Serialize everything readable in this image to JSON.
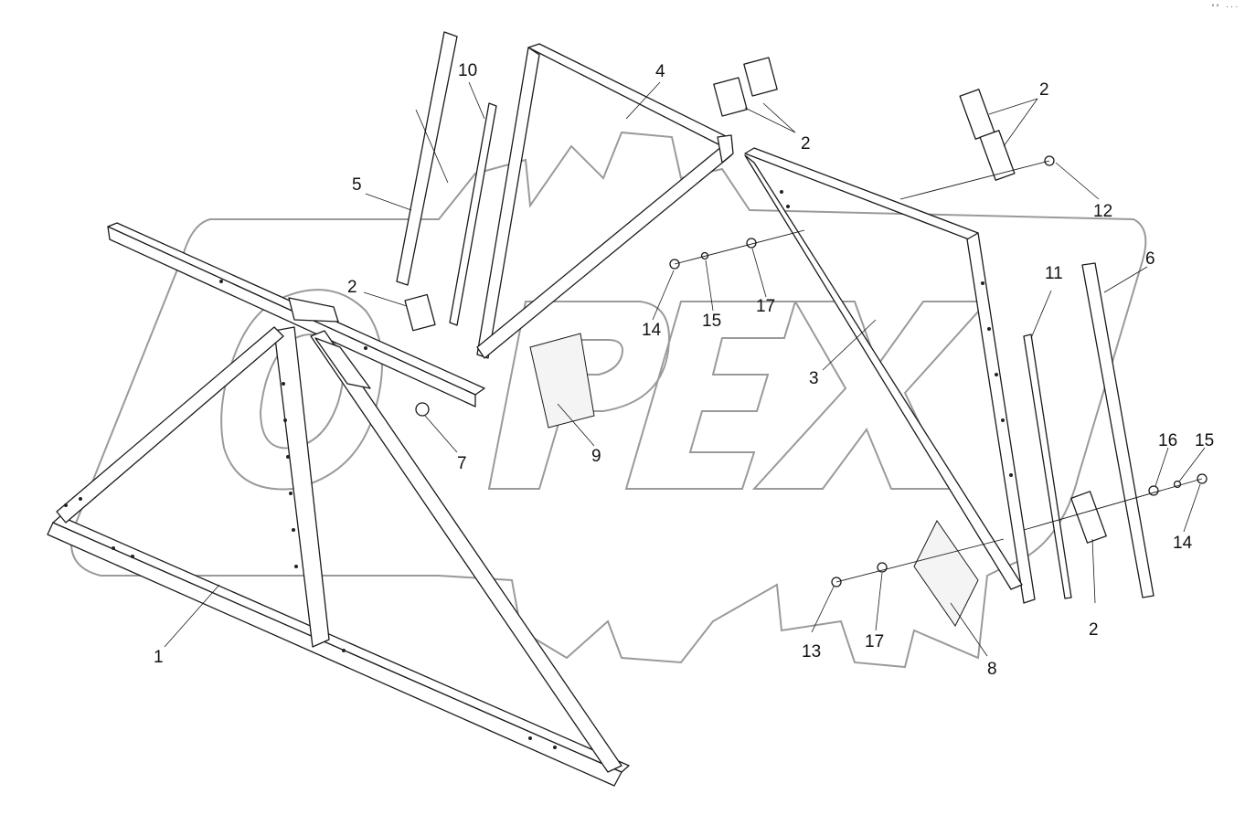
{
  "callouts": [
    "1",
    "2",
    "2",
    "2",
    "2",
    "3",
    "4",
    "5",
    "6",
    "7",
    "8",
    "9",
    "10",
    "11",
    "12",
    "13",
    "14",
    "14",
    "15",
    "15",
    "16",
    "17",
    "17"
  ],
  "corner_mark": "°° ···",
  "watermark_text": "OPEX"
}
